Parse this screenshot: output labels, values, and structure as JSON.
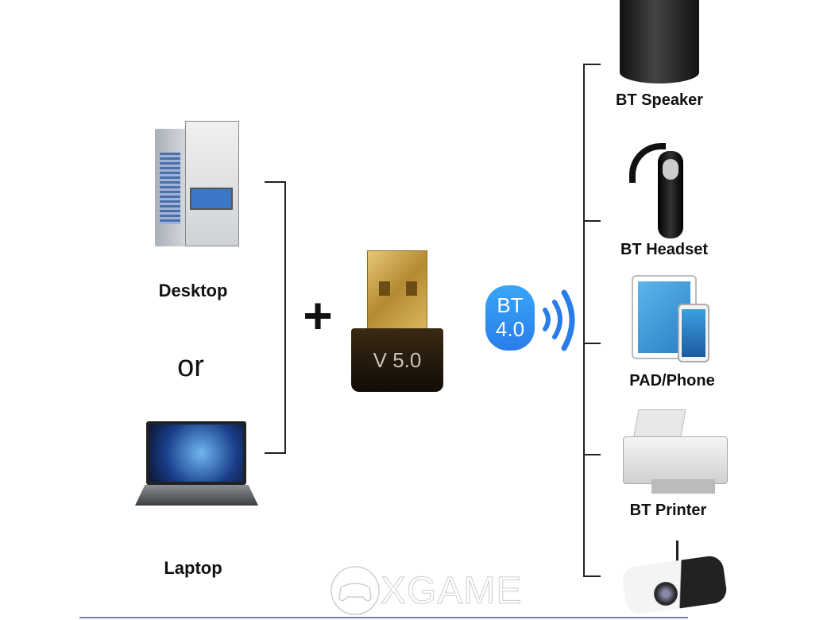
{
  "left": {
    "desktop_label": "Desktop",
    "or_label": "or",
    "laptop_label": "Laptop"
  },
  "center": {
    "plus": "+",
    "dongle_label": "V 5.0",
    "badge_line1": "BT",
    "badge_line2": "4.0"
  },
  "devices": [
    {
      "label": "BT Speaker"
    },
    {
      "label": "BT Headset"
    },
    {
      "label": "PAD/Phone"
    },
    {
      "label": "BT Printer"
    },
    {
      "label": ""
    }
  ],
  "watermark": "XGAME",
  "colors": {
    "badge": "#2f8ff0",
    "waves": "#2a7de8",
    "gold": "#c9a24a"
  }
}
